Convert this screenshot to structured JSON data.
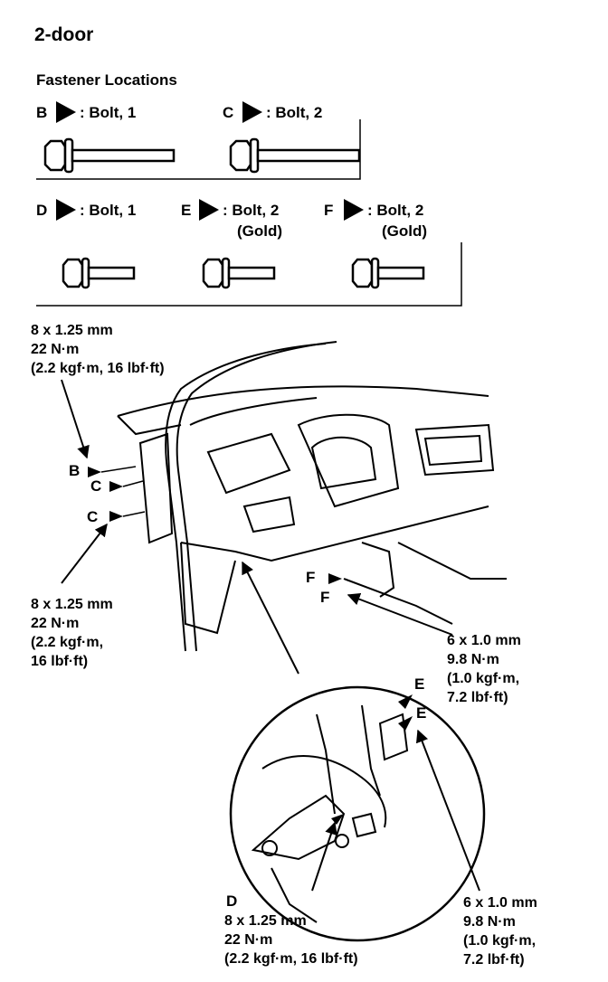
{
  "title": "2-door",
  "fastener_heading": "Fastener Locations",
  "fasteners": [
    {
      "letter": "B",
      "desc": ": Bolt, 1"
    },
    {
      "letter": "C",
      "desc": ": Bolt, 2"
    },
    {
      "letter": "D",
      "desc": ": Bolt, 1"
    },
    {
      "letter": "E",
      "desc": ": Bolt, 2",
      "note": "(Gold)"
    },
    {
      "letter": "F",
      "desc": ": Bolt, 2",
      "note": "(Gold)"
    }
  ],
  "callouts": {
    "B": "B",
    "C1": "C",
    "C2": "C",
    "F1": "F",
    "F2": "F",
    "E1": "E",
    "E2": "E",
    "D": "D"
  },
  "specs": {
    "top_left": "8 x 1.25 mm\n22 N·m\n(2.2 kgf·m, 16 lbf·ft)",
    "mid_left": "8 x 1.25 mm\n22 N·m\n(2.2 kgf·m,\n16 lbf·ft)",
    "right_upper": "6 x 1.0 mm\n9.8 N·m\n(1.0 kgf·m,\n7.2 lbf·ft)",
    "bottom_center": "8 x 1.25 mm\n22 N·m\n(2.2 kgf·m, 16 lbf·ft)",
    "bottom_right": "6 x 1.0 mm\n9.8 N·m\n(1.0 kgf·m,\n7.2 lbf·ft)"
  }
}
